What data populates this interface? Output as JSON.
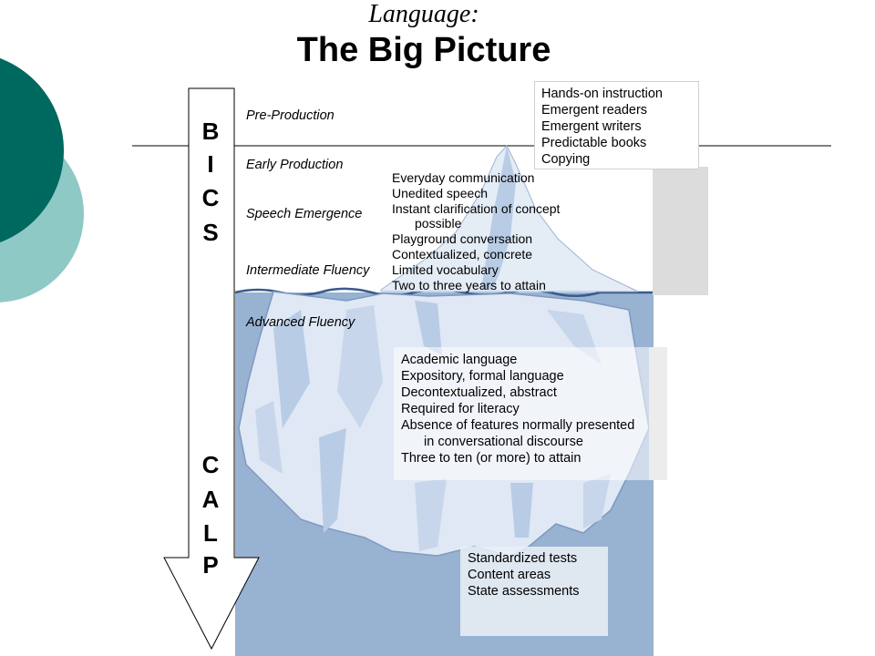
{
  "title": {
    "top": "Language:",
    "main": "The Big Picture"
  },
  "stages": [
    "Pre-Production",
    "Early Production",
    "Speech Emergence",
    "Intermediate Fluency",
    "Advanced Fluency"
  ],
  "arrow": {
    "top_letters": [
      "B",
      "I",
      "C",
      "S"
    ],
    "bottom_letters": [
      "C",
      "A",
      "L",
      "P"
    ]
  },
  "box_top": [
    "Hands-on instruction",
    "Emergent readers",
    "Emergent writers",
    "Predictable books",
    "Copying"
  ],
  "box_bics": [
    "Everyday communication",
    "Unedited speech",
    "Instant clarification of concept",
    "possible",
    "Playground conversation",
    "Contextualized, concrete",
    "Limited vocabulary",
    "Two to three years to attain"
  ],
  "box_calp": [
    "Academic language",
    "Expository, formal language",
    "Decontextualized, abstract",
    "Required for literacy",
    "Absence of features normally presented",
    "in conversational discourse",
    "Three to ten (or more) to attain"
  ],
  "box_tests": [
    "Standardized tests",
    "Content areas",
    "State assessments"
  ],
  "colors": {
    "teal_dark": "#00695f",
    "teal_light": "#8ec9c6",
    "water": "#98b2d2",
    "ice": "#e4ecf6",
    "ice_shadow": "#b9cce5",
    "gray_bar": "#dcdcdc"
  }
}
